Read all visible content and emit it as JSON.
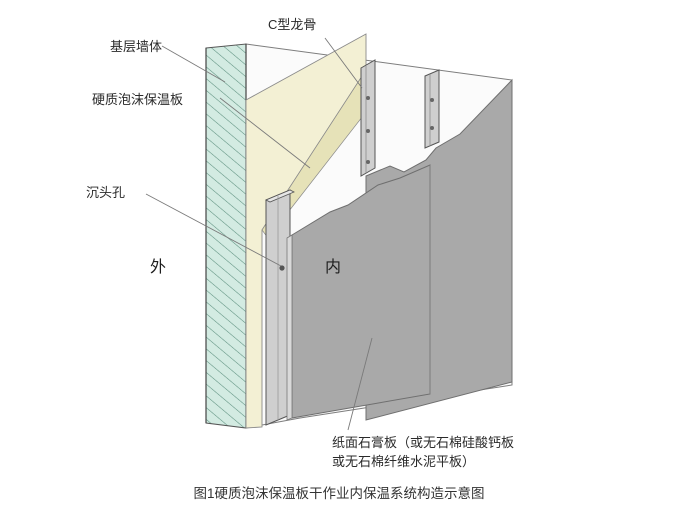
{
  "labels": {
    "base_wall": "基层墙体",
    "foam_board": "硬质泡沫保温板",
    "c_keel": "C型龙骨",
    "countersink": "沉头孔",
    "outside": "外",
    "inside": "内",
    "gypsum_line1": "纸面石膏板（或无石棉硅酸钙板",
    "gypsum_line2": "或无石棉纤维水泥平板）"
  },
  "caption": "图1硬质泡沫保温板干作业内保温系统构造示意图",
  "colors": {
    "wall_fill": "#d3ebe2",
    "wall_hatch": "#5c8f7e",
    "foam_fill": "#f3f0d4",
    "board_front": "#a9a9a9",
    "board_edge": "#d9d9d9",
    "back_panel": "#fbfbfb",
    "keel": "#cfcfcf"
  }
}
